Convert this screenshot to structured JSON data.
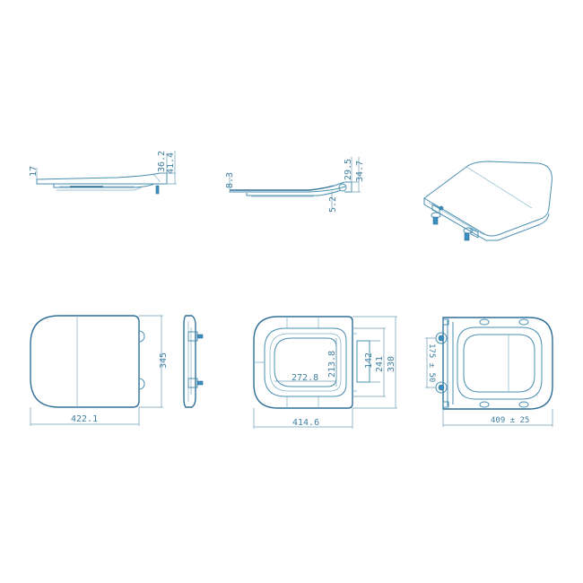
{
  "drawing": {
    "title": "Toilet seat technical dimension drawing",
    "line_color": "#4a8fb0",
    "views": {
      "side_view_closed": {
        "dims": {
          "rear_height": "17",
          "hinge_h1": "36.2",
          "hinge_h2": "41.4"
        }
      },
      "side_view_open": {
        "dims": {
          "front_height": "8.3",
          "hinge_offset": "5.2",
          "hinge_h1": "29.5",
          "hinge_h2": "34.7"
        }
      },
      "isometric_view": {
        "label": ""
      },
      "top_view_lid": {
        "dims": {
          "length": "422.1",
          "width": "345"
        }
      },
      "end_view": {
        "label": ""
      },
      "bottom_view_ring": {
        "dims": {
          "length": "414.6",
          "inner_length": "272.8",
          "inner_width": "213.8",
          "hinge_block": "142",
          "hinge_span": "241",
          "width": "330"
        }
      },
      "underside_view": {
        "dims": {
          "hinge_spacing": "175 ± 50",
          "fixing_length": "409 ± 25"
        }
      }
    }
  }
}
